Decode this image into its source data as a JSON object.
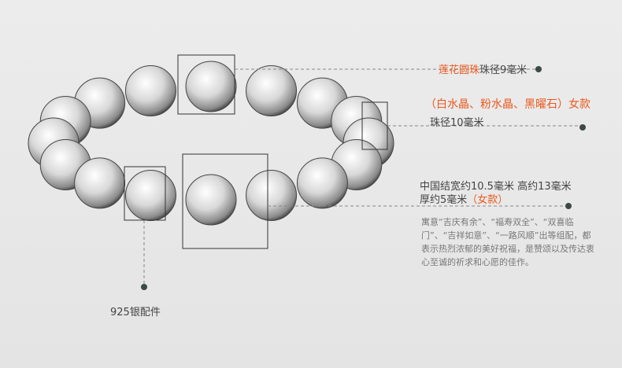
{
  "labels": {
    "lotus_name": "莲花圆珠",
    "lotus_size": "珠径9毫米",
    "bead_variants": "（白水晶、粉水晶、黑曜石）女款",
    "bead_size": "珠径10毫米",
    "knot_line1": "中国结宽约10.5毫米 高约13毫米",
    "knot_line2": "厚约5毫米",
    "knot_variant": "（女款）",
    "description": "寓意“吉庆有余”、“福寿双全”、“双喜临门”、“吉祥如意”、“一路风顺”出等组配，都表示热烈浓郁的美好祝福，是赞颂以及传达衷心至诚的祈求和心愿的佳作。",
    "silver": "925银配件"
  },
  "colors": {
    "accent": "#ea5a1e",
    "line": "#888888",
    "dot": "#3d4a44"
  }
}
